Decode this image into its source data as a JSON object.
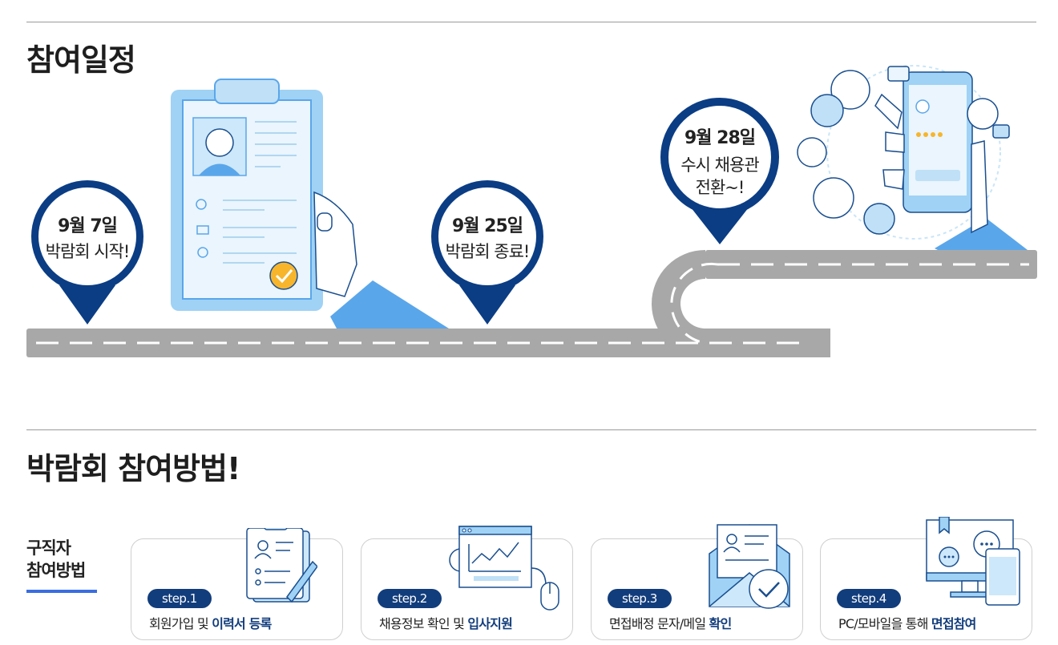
{
  "schedule": {
    "title": "참여일정",
    "pins": [
      {
        "date": "9월 7일",
        "event": "박람회 시작!"
      },
      {
        "date": "9월 25일",
        "event": "박람회 종료!"
      },
      {
        "date": "9월 28일",
        "event_line1": "수시 채용관",
        "event_line2": "전환~!"
      }
    ]
  },
  "method": {
    "title": "박람회 참여방법!",
    "label_line1": "구직자",
    "label_line2": "참여방법",
    "steps": [
      {
        "badge": "step.1",
        "text_plain": "회원가입 및 ",
        "text_highlight": "이력서 등록"
      },
      {
        "badge": "step.2",
        "text_plain": "채용정보 확인 및 ",
        "text_highlight": "입사지원"
      },
      {
        "badge": "step.3",
        "text_plain": "면접배정 문자/메일 ",
        "text_highlight": "확인"
      },
      {
        "badge": "step.4",
        "text_plain": "PC/모바일을 통해 ",
        "text_highlight": "면접참여"
      }
    ]
  },
  "colors": {
    "pin_navy": "#0b3d84",
    "road_gray": "#a8a8a8",
    "accent_blue": "#3a6de0",
    "illustration_blue": "#7cc3f2",
    "badge_navy": "#123d7c"
  }
}
